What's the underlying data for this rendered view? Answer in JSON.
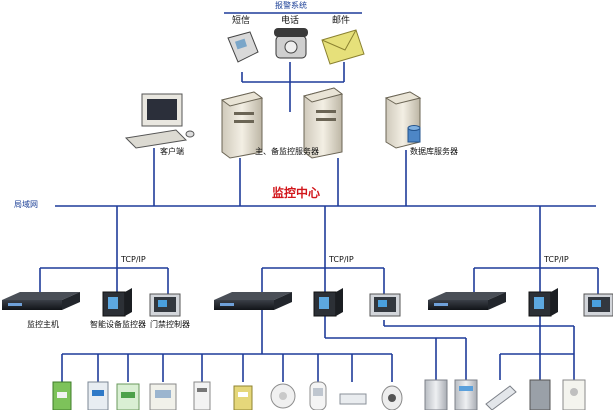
{
  "alarm_system": {
    "title": "报警系统",
    "channels": [
      {
        "label": "短信",
        "icon": "mobile-phone-icon"
      },
      {
        "label": "电话",
        "icon": "desk-telephone-icon"
      },
      {
        "label": "邮件",
        "icon": "envelope-icon"
      }
    ]
  },
  "center": {
    "client_label": "客户端",
    "monitor_servers_label": "主、备监控服务器",
    "db_server_label": "数据库服务器",
    "title": "监控中心"
  },
  "lan_label": "局域网",
  "protocol_label": "TCP/IP",
  "branches": [
    {
      "protocol": "TCP/IP",
      "devices": [
        "监控主机",
        "智能设备监控器",
        "门禁控制器"
      ]
    },
    {
      "protocol": "TCP/IP",
      "devices": []
    },
    {
      "protocol": "TCP/IP",
      "devices": []
    }
  ],
  "colors": {
    "line": "#1f3c9a",
    "title_red": "#d2161b",
    "label_blue": "#1a3e96"
  }
}
